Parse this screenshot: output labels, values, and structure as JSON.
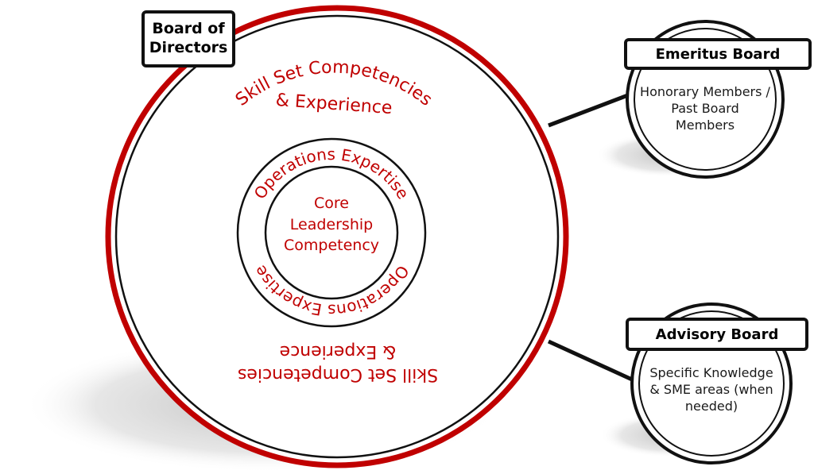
{
  "colors": {
    "accent_red": "#c00000",
    "outline": "#111111",
    "shadow": "#cfcfcf"
  },
  "board_of_directors": {
    "title_line1": "Board of",
    "title_line2": "Directors",
    "outer_text_top_line1": "Skill Set Competencies",
    "outer_text_top_line2": "& Experience",
    "outer_text_bottom_line1": "Skill Set Competencies",
    "outer_text_bottom_line2": "& Experience",
    "ring_text_top": "Operations Expertise",
    "ring_text_bottom": "Operations Expertise",
    "core_line1": "Core",
    "core_line2": "Leadership",
    "core_line3": "Competency"
  },
  "emeritus_board": {
    "title": "Emeritus Board",
    "line1": "Honorary Members /",
    "line2": "Past Board",
    "line3": "Members"
  },
  "advisory_board": {
    "title": "Advisory Board",
    "line1": "Specific Knowledge",
    "line2": "& SME areas (when",
    "line3": "needed)"
  }
}
